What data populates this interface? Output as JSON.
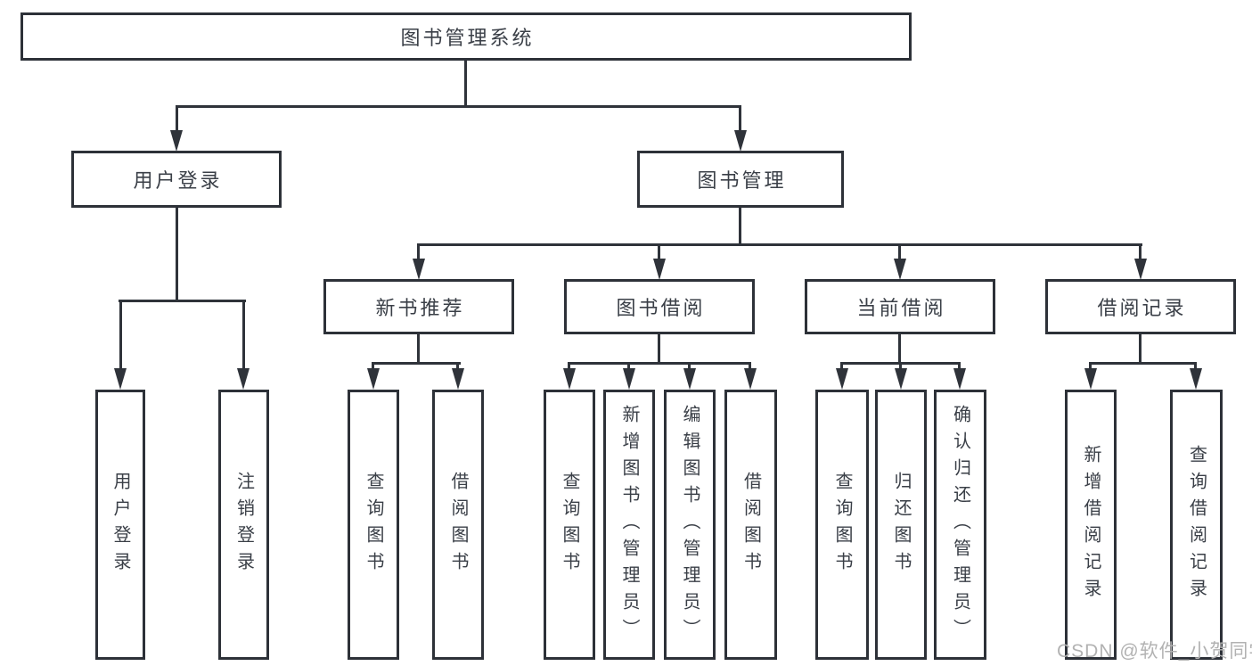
{
  "diagram": {
    "title": "图书管理系统",
    "nodes": {
      "root": "图书管理系统",
      "user_login": "用户登录",
      "book_management": "图书管理",
      "new_book_recommend": "新书推荐",
      "book_borrowing": "图书借阅",
      "current_borrowing": "当前借阅",
      "borrowing_records": "借阅记录",
      "leaf_user_login": "用户登录",
      "leaf_logout": "注销登录",
      "leaf_nb_query_books": "查询图书",
      "leaf_nb_borrow_books": "借阅图书",
      "leaf_bb_query_books": "查询图书",
      "leaf_bb_add_books": "新增图书（管理员）",
      "leaf_bb_edit_books": "编辑图书（管理员）",
      "leaf_bb_borrow_books": "借阅图书",
      "leaf_cb_query_books": "查询图书",
      "leaf_cb_return_books": "归还图书",
      "leaf_cb_confirm_return": "确认归还（管理员）",
      "leaf_br_add_record": "新增借阅记录",
      "leaf_br_query_record": "查询借阅记录"
    },
    "hierarchy": {
      "图书管理系统": {
        "用户登录": [
          "用户登录",
          "注销登录"
        ],
        "图书管理": {
          "新书推荐": [
            "查询图书",
            "借阅图书"
          ],
          "图书借阅": [
            "查询图书",
            "新增图书（管理员）",
            "编辑图书（管理员）",
            "借阅图书"
          ],
          "当前借阅": [
            "查询图书",
            "归还图书",
            "确认归还（管理员）"
          ],
          "借阅记录": [
            "新增借阅记录",
            "查询借阅记录"
          ]
        }
      }
    },
    "watermark": "CSDN @软件_小贺同学",
    "colors": {
      "line": "#2f333a",
      "border": "#2d3138",
      "text": "#3a3f47",
      "background": "#ffffff",
      "watermark": "#b2b2b2"
    }
  }
}
